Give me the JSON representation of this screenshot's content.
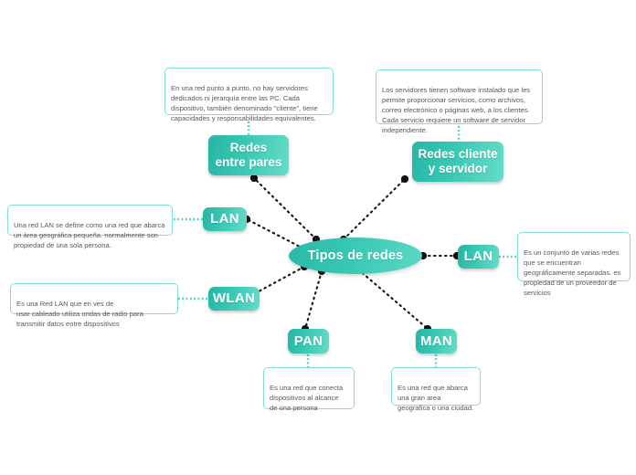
{
  "diagram": {
    "title": "Tipos de redes",
    "type": "mind-map",
    "colors": {
      "node_dark": "#26b6a4",
      "node_light": "#66dcc8",
      "note_border": "#7fe0d4",
      "note_text": "#55595c",
      "connector_main": "#000000",
      "connector_note": "#3fd0bd",
      "background": "#ffffff"
    }
  },
  "root": {
    "label": "Tipos de redes"
  },
  "branches": [
    {
      "id": "redes-entre-pares",
      "label": "Redes entre pares",
      "note": "En una red punto a punto, no hay servidores dedicados ni jerarquía entre las PC. Cada dispositivo, también denominado \"cliente\", tiene capacidades y responsabilidades equivalentes."
    },
    {
      "id": "redes-cliente-y-servidor",
      "label": "Redes cliente y servidor",
      "note": "Los servidores tienen software instalado que les permite proporcionar servicios, como archivos, correo electrónico o páginas web, a los clientes. Cada servicio requiere un software de servidor independiente."
    },
    {
      "id": "lan",
      "label": "LAN",
      "note": "Una red LAN se define como una red que abarca un área geográfica pequeña. normalmente son propiedad de una sola persona."
    },
    {
      "id": "wlan",
      "label": "WLAN",
      "note": "Es una Red LAN que en ves de\n usar cableado utiliza ondas de radio para transmitir datos entre dispositivos"
    },
    {
      "id": "lan-right",
      "label": "LAN",
      "note": "Es un conjunto de varias redes que se encuentran geográficamente separadas. es propiedad de un proveedor de servicios"
    },
    {
      "id": "pan",
      "label": "PAN",
      "note": "Es una red que conecta dispositivos al alcance de una persona"
    },
    {
      "id": "man",
      "label": "MAN",
      "note": "Es una red que abarca una gran area\ngeografica o una ciudad."
    }
  ]
}
